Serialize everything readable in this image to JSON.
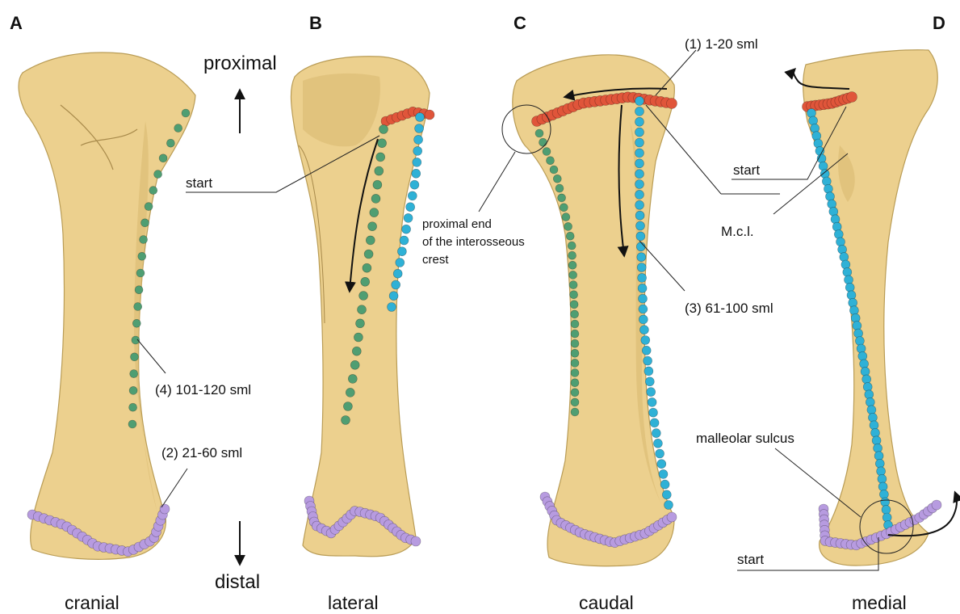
{
  "panels": [
    {
      "letter": "A",
      "view": "cranial"
    },
    {
      "letter": "B",
      "view": "lateral"
    },
    {
      "letter": "C",
      "view": "caudal"
    },
    {
      "letter": "D",
      "view": "medial"
    }
  ],
  "directions": {
    "proximal": "proximal",
    "distal": "distal"
  },
  "annotations": {
    "seg1": "(1) 1-20 sml",
    "seg2": "(2) 21-60 sml",
    "seg3": "(3) 61-100 sml",
    "seg4": "(4) 101-120 sml",
    "start": "start",
    "interosseous_line1": "proximal end",
    "interosseous_line2": "of the interosseous",
    "interosseous_line3": "crest",
    "mcl": "M.c.l.",
    "malleolar": "malleolar sulcus"
  },
  "colors": {
    "bone": "#ecd08e",
    "seg1_red": "#e0553a",
    "seg2_purple": "#b79be0",
    "seg3_blue": "#2fb1d6",
    "seg4_green": "#4f9e72"
  }
}
